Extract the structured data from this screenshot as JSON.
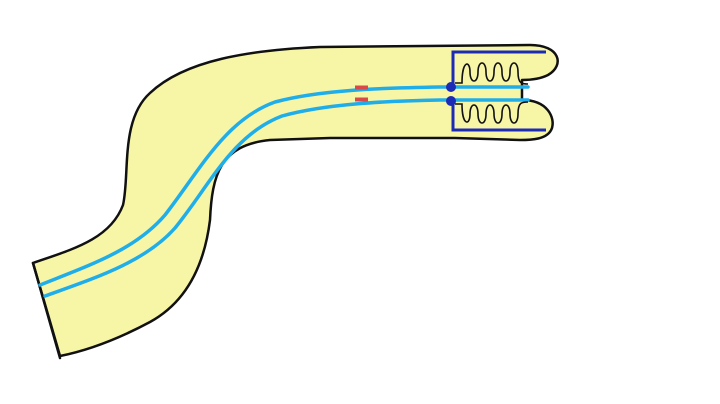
{
  "diagram": {
    "colors": {
      "background": "#ffffff",
      "body_fill": "#f7f6a6",
      "outline": "#111111",
      "channel": "#1faeea",
      "mechanism": "#1c2bb5",
      "knob": "#1c2bb5",
      "marker": "#d84a4a"
    },
    "parts": [
      "curved-tube-body",
      "twin-channel-lines",
      "red-markers",
      "upper-spring-chamber",
      "lower-spring-chamber",
      "pivot-knobs"
    ]
  }
}
